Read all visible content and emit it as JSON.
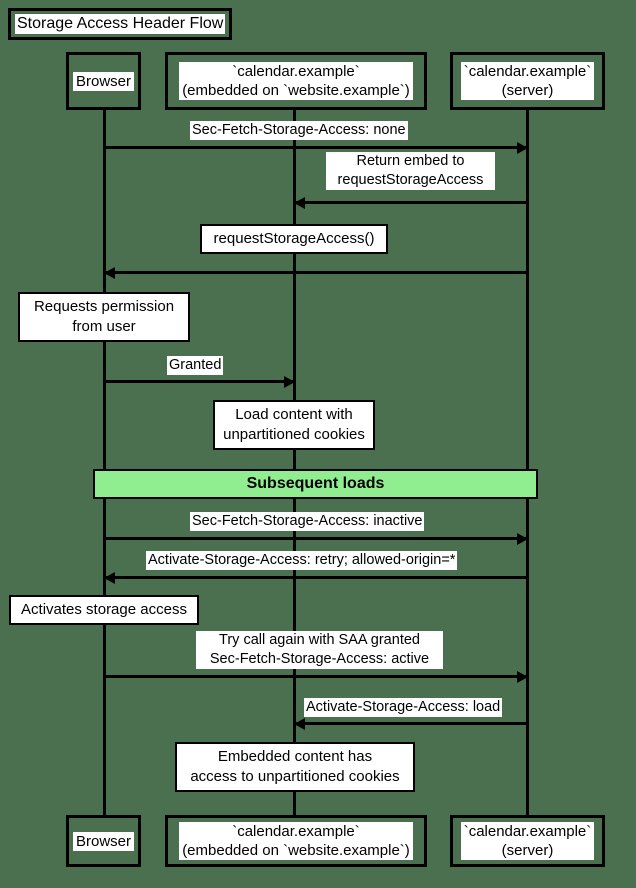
{
  "diagram": {
    "title": "Storage Access Header Flow",
    "type": "sequence-diagram",
    "background_color": "#4a7050",
    "accent_color": "#90ee90"
  },
  "participants": [
    {
      "id": "browser",
      "label": "Browser"
    },
    {
      "id": "embed",
      "label": "`calendar.example`\n(embedded on `website.example`)"
    },
    {
      "id": "server",
      "label": "`calendar.example`\n(server)"
    }
  ],
  "messages": [
    {
      "id": "m1",
      "label": "Sec-Fetch-Storage-Access: none",
      "from": "browser",
      "to": "server",
      "direction": "right"
    },
    {
      "id": "m2",
      "label": "Return embed to\nrequestStorageAccess",
      "from": "server",
      "to": "embed",
      "direction": "left"
    },
    {
      "id": "m3",
      "label": "requestStorageAccess()",
      "from": "server",
      "to": "browser",
      "direction": "left"
    },
    {
      "id": "m4",
      "label": "Granted",
      "from": "browser",
      "to": "embed",
      "direction": "right"
    },
    {
      "id": "m5",
      "label": "Sec-Fetch-Storage-Access: inactive",
      "from": "browser",
      "to": "server",
      "direction": "right"
    },
    {
      "id": "m6",
      "label": "Activate-Storage-Access: retry; allowed-origin=*",
      "from": "server",
      "to": "browser",
      "direction": "left"
    },
    {
      "id": "m7",
      "label": "Try call again with SAA granted\nSec-Fetch-Storage-Access: active",
      "from": "browser",
      "to": "server",
      "direction": "right"
    },
    {
      "id": "m8",
      "label": "Activate-Storage-Access: load",
      "from": "server",
      "to": "embed",
      "direction": "left"
    }
  ],
  "notes": [
    {
      "id": "n1",
      "label": "Requests permission\nfrom user",
      "over": "browser"
    },
    {
      "id": "n2",
      "label": "Load content with\nunpartitioned cookies",
      "over": "embed"
    },
    {
      "id": "n3",
      "label": "Activates storage access",
      "over": "browser"
    },
    {
      "id": "n4",
      "label": "Embedded content has\naccess to unpartitioned cookies",
      "over": "embed"
    }
  ],
  "sections": [
    {
      "id": "s1",
      "label": "Subsequent loads",
      "color": "#90ee90"
    }
  ]
}
